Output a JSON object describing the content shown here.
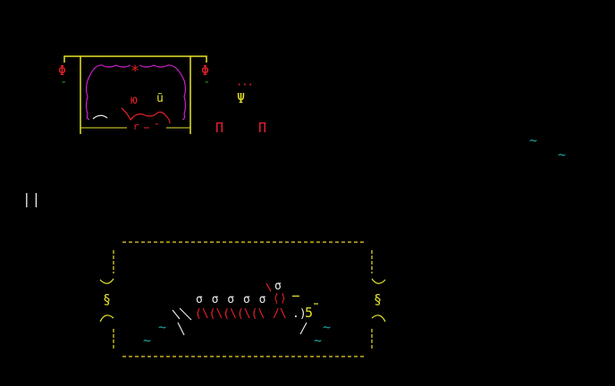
{
  "palette": {
    "red": "#e8202a",
    "magenta": "#d020d0",
    "yellow": "#e6e22c",
    "green": "#2fb12f",
    "cyan": "#1fa3a3",
    "white": "#e8e8e8",
    "gold": "#c8b21d"
  },
  "shrine": {
    "phi_left": "Φ",
    "phi_right": "Φ",
    "quote_left": "″",
    "quote_right": "″",
    "star": "*",
    "left_glyph": "ю",
    "right_glyph": "ũ",
    "bottom_glyph_1": "ｒ",
    "bottom_glyph_2": "″",
    "dots": "···",
    "psi": "Ψ",
    "pi_1": "Π",
    "pi_2": "Π"
  },
  "scenery": {
    "waves_far": [
      "~",
      "~"
    ],
    "pillar": "||"
  },
  "courtyard": {
    "section_left": "§",
    "section_right": "§",
    "sigma_row": "σ σ σ σ σ",
    "sigma_top": "σ",
    "arrow_bracket": "⟨⟩",
    "dash": "‾",
    "worm_row": "(\\(\\(\\(\\(\\",
    "bracket_x": "/\\",
    "dot_paren": ".)",
    "five": "5",
    "waves": [
      "~",
      "~",
      "~",
      "~"
    ]
  }
}
